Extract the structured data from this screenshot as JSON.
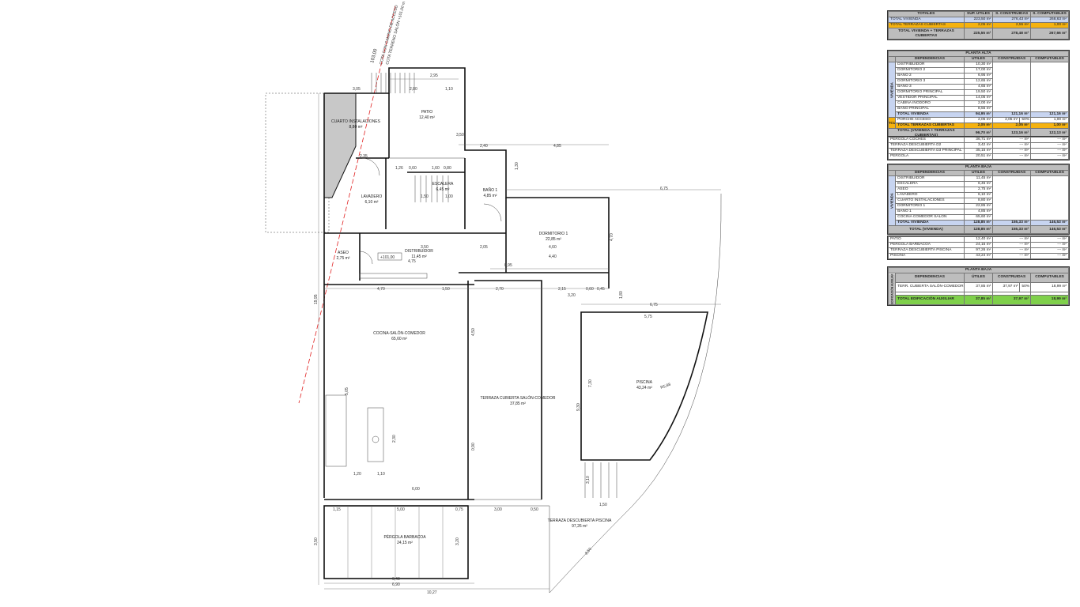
{
  "plan": {
    "rooms": [
      {
        "name": "CUARTO INSTALACIONES",
        "area": "8,80 m²"
      },
      {
        "name": "PATIO",
        "area": "12,40 m²"
      },
      {
        "name": "LAVADERO",
        "area": "6,10 m²"
      },
      {
        "name": "ESCALERA",
        "area": "6,45 m²"
      },
      {
        "name": "BAÑO 1",
        "area": "4,85 m²"
      },
      {
        "name": "DORMITORIO 1",
        "area": "22,85 m²"
      },
      {
        "name": "ASEO",
        "area": "2,75 m²"
      },
      {
        "name": "DISTRIBUIDOR",
        "area": "11,45 m²"
      },
      {
        "name": "COCINA-SALÓN-COMEDOR",
        "area": "65,60 m²"
      },
      {
        "name": "TERRAZA CUBIERTA SALÓN-COMEDOR",
        "area": "37,85 m²"
      },
      {
        "name": "PISCINA",
        "area": "43,24 m²"
      },
      {
        "name": "PÉRGOLA BARBACOA",
        "area": "24,15 m²"
      },
      {
        "name": "TERRAZA DESCUBIERTA PISCINA",
        "area": "97,26 m²"
      }
    ],
    "level_tag": "+101,00",
    "slope_note_1": "103,00",
    "slope_note_2": "COTA CON CAMINO DE ACCESO",
    "slope_note_3": "COTA TERRENO SALÓN +101,00 m",
    "radius_label": "R5,88",
    "dimensions": [
      "3,05",
      "2,80",
      "1,10",
      "2,95",
      "2,35",
      "3,50",
      "2,40",
      "4,85",
      "6,75",
      "1,50",
      "1,00",
      "3,50",
      "2,05",
      "4,60",
      "4,40",
      "4,75",
      "4,70",
      "1,50",
      "2,70",
      "2,15",
      "0,60",
      "0,45",
      "3,20",
      "5,75",
      "6,75",
      "1,20",
      "1,10",
      "6,00",
      "5,00",
      "3,00",
      "0,50",
      "1,15",
      "0,75",
      "6,40",
      "6,90",
      "10,27",
      "1,80",
      "19,95",
      "3,50",
      "3,20",
      "4,50",
      "5,05",
      "2,30",
      "0,90",
      "1,26",
      "1,60",
      "1,30",
      "0,60",
      "0,80",
      "7,30",
      "4,70",
      "9,30",
      "3,10",
      "1,50",
      "8,50",
      "0,95"
    ]
  },
  "totales": {
    "headers": [
      "TOTALES",
      "SUP. ÚTILES",
      "S. CONSTRUIDAS",
      "S. COMPUTABLES"
    ],
    "rows": [
      {
        "label": "TOTAL VIVIENDA",
        "util": "223,50 m²",
        "cons": "276,43 m²",
        "comp": "268,63 m²"
      },
      {
        "label": "TOTAL TERRAZAS CUBIERTAS",
        "util": "2,05 m²",
        "cons": "2,55 m²",
        "comp": "1,00 m²"
      },
      {
        "label": "TOTAL VIVIENDA + TERRAZAS CUBIERTAS",
        "util": "225,55 m²",
        "cons": "278,48 m²",
        "comp": "267,66 m²"
      }
    ]
  },
  "alta": {
    "title": "PLANTA ALTA",
    "headers": [
      "DEPENDENCIAS",
      "ÚTILES",
      "CONSTRUIDAS",
      "COMPUTABLES"
    ],
    "side": "VIVIENDA",
    "side2": "TCUB",
    "rows": [
      {
        "label": "DISTRIBUIDOR",
        "util": "10,30 m²"
      },
      {
        "label": "DORMITORIO 2",
        "util": "17,00 m²"
      },
      {
        "label": "BAÑO 2",
        "util": "6,95 m²"
      },
      {
        "label": "DORMITORIO 3",
        "util": "12,65 m²"
      },
      {
        "label": "BAÑO 3",
        "util": "4,65 m²"
      },
      {
        "label": "DORMITORIO PRINCIPAL",
        "util": "19,50 m²"
      },
      {
        "label": "VESTIDOR PRINCIPAL",
        "util": "14,05 m²"
      },
      {
        "label": "CABINA INODORO",
        "util": "2,00 m²"
      },
      {
        "label": "BAÑO PRINCIPAL",
        "util": "8,55 m²"
      }
    ],
    "total": {
      "label": "TOTAL VIVIENDA",
      "util": "94,95 m²",
      "cons": "121,16 m²",
      "comp": "121,16 m²"
    },
    "porche": {
      "label": "PORCHE ACCESO",
      "util": "2,05 m²",
      "cons": "2,05 m²",
      "pct": "50%",
      "comp": "1,00 m²"
    },
    "terr": {
      "label": "TOTAL TERRAZAS CUBIERTAS",
      "util": "2,05 m²",
      "cons": "2,05 m²",
      "comp": "1,00 m²"
    },
    "sum": {
      "label": "TOTAL (VIVIENDA + TERRAZAS CUBIERTAS)",
      "util": "96,70 m²",
      "cons": "123,16 m²",
      "comp": "122,13 m²"
    },
    "extra": [
      {
        "label": "PÉRGOLA COCHES",
        "util": "36,71 m²",
        "cons": "--- m²",
        "comp": "--- m²"
      },
      {
        "label": "TERRAZA DESCUBIERTA D2",
        "util": "3,42 m²",
        "cons": "--- m²",
        "comp": "--- m²"
      },
      {
        "label": "TERRAZA DESCUBIERTA D3 PRINCIPAL",
        "util": "35,15 m²",
        "cons": "--- m²",
        "comp": "--- m²"
      },
      {
        "label": "PÉRGOLA",
        "util": "20,51 m²",
        "cons": "--- m²",
        "comp": "--- m²"
      }
    ]
  },
  "baja": {
    "title": "PLANTA BAJA",
    "headers": [
      "DEPENDENCIAS",
      "ÚTILES",
      "CONSTRUIDAS",
      "COMPUTABLES"
    ],
    "side": "VIVIENDA",
    "rows": [
      {
        "label": "DISTRIBUIDOR",
        "util": "11,45 m²"
      },
      {
        "label": "ESCALERA",
        "util": "6,45 m²"
      },
      {
        "label": "ASEO",
        "util": "2,75 m²"
      },
      {
        "label": "LAVADERO",
        "util": "6,10 m²"
      },
      {
        "label": "CUARTO INSTALACIONES",
        "util": "8,80 m²"
      },
      {
        "label": "DORMITORIO 1",
        "util": "22,85 m²"
      },
      {
        "label": "BAÑO 1",
        "util": "4,85 m²"
      },
      {
        "label": "COCINA COMEDOR SALÓN",
        "util": "65,60 m²"
      }
    ],
    "total": {
      "label": "TOTAL VIVIENDA",
      "util": "128,85 m²",
      "cons": "155,33 m²",
      "comp": "146,53 m²"
    },
    "sum": {
      "label": "TOTAL (VIVIENDA)",
      "util": "128,85 m²",
      "cons": "155,33 m²",
      "comp": "146,53 m²"
    },
    "extra": [
      {
        "label": "PATIO",
        "util": "12,40 m²",
        "cons": "--- m²",
        "comp": "--- m²"
      },
      {
        "label": "PÉRGOLA BARBACOA",
        "util": "24,15 m²",
        "cons": "--- m²",
        "comp": "--- m²"
      },
      {
        "label": "TERRAZA DESCUBIERTA PISCINA",
        "util": "97,26 m²",
        "cons": "--- m²",
        "comp": "--- m²"
      },
      {
        "label": "PISCINA",
        "util": "43,24 m²",
        "cons": "--- m²",
        "comp": "--- m²"
      }
    ]
  },
  "aux": {
    "title": "PLANTA BAJA",
    "headers": [
      "DEPENDENCIAS",
      "ÚTILES",
      "CONSTRUIDAS",
      "COMPUTABLES"
    ],
    "side": "EDIFICACIÓN AUXILIAR",
    "row": {
      "label": "TERR. CUBIERTA SALÓN-COMEDOR",
      "util": "37,85 m²",
      "cons": "37,97 m²",
      "pct": "50%",
      "comp": "18,99 m²"
    },
    "total": {
      "label": "TOTAL EDIFICACIÓN AUXILIAR",
      "util": "37,85 m²",
      "cons": "37,97 m²",
      "comp": "18,99 m²"
    }
  }
}
